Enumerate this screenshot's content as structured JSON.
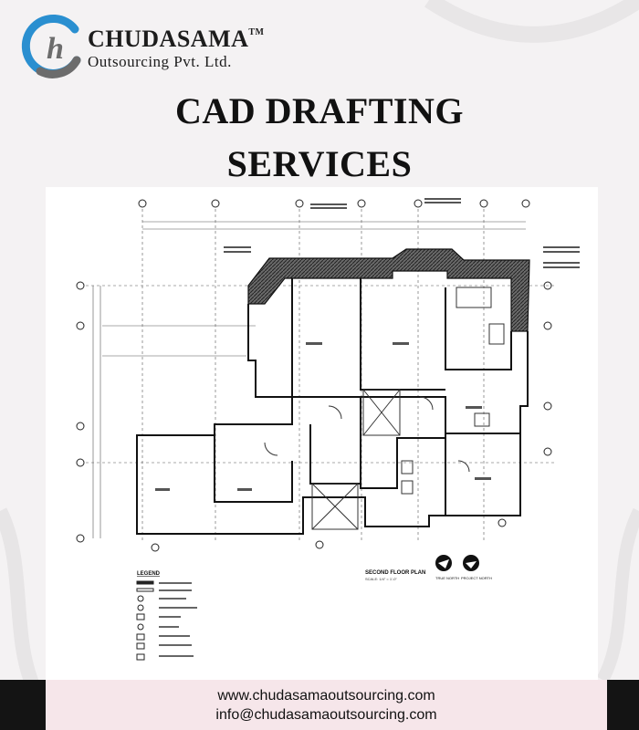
{
  "brand": {
    "name": "CHUDASAMA",
    "tm": "TM",
    "subtitle": "Outsourcing Pvt. Ltd.",
    "logo_letter": "h",
    "colors": {
      "blue": "#2a8fd0",
      "gray": "#6c6c6c"
    }
  },
  "title": {
    "line1": "CAD DRAFTING",
    "line2": "SERVICES"
  },
  "plan": {
    "name": "SECOND FLOOR PLAN",
    "scale": "SCALE: 1/4\" = 1'-0\"",
    "legend_title": "LEGEND",
    "compass_true": "TRUE NORTH",
    "compass_project": "PROJECT NORTH"
  },
  "footer": {
    "website": "www.chudasamaoutsourcing.com",
    "email": "info@chudasamaoutsourcing.com"
  }
}
